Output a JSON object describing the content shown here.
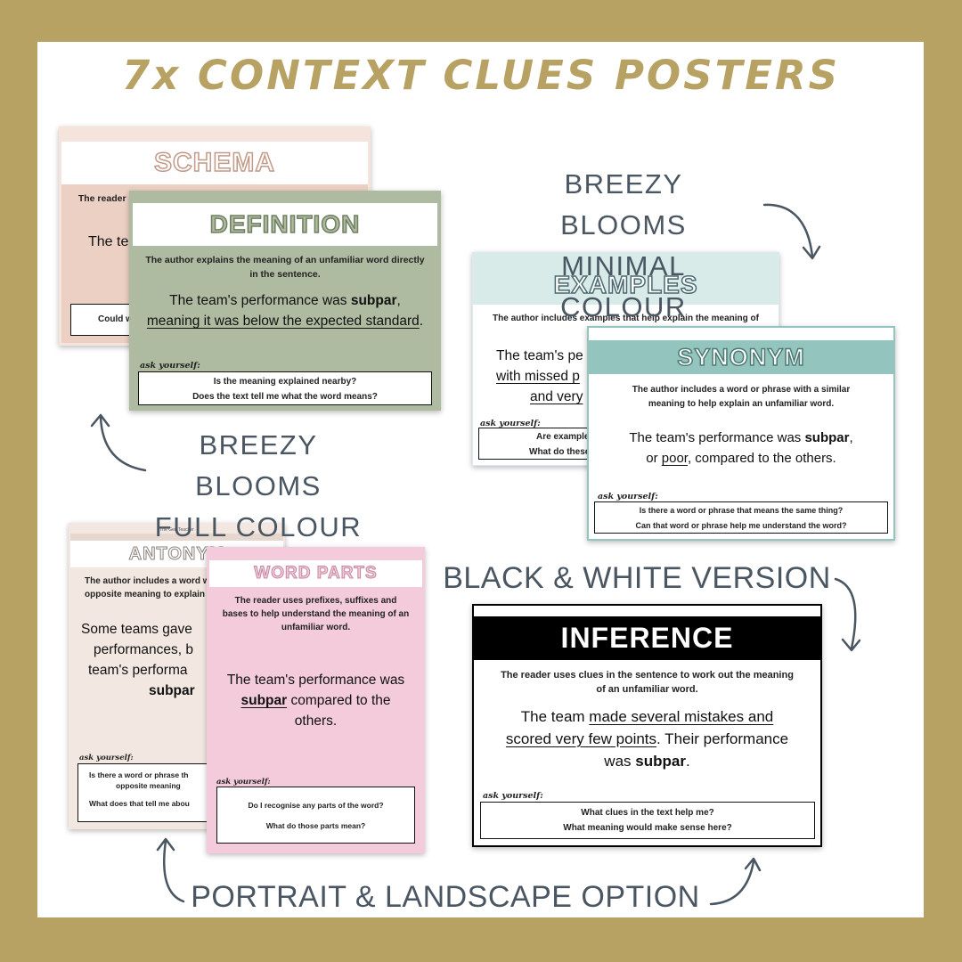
{
  "title": "7x CONTEXT CLUES POSTERS",
  "captions": {
    "minimal": [
      "BREEZY BLOOMS",
      "MINIMAL COLOUR"
    ],
    "full": [
      "BREEZY BLOOMS",
      "FULL COLOUR"
    ],
    "bw": "BLACK & WHITE VERSION",
    "orientation": "PORTRAIT & LANDSCAPE OPTION"
  },
  "ask_label": "ask yourself:",
  "footer_small": "The Gen Teacher",
  "posters": {
    "schema": {
      "title": "SCHEMA",
      "desc": "The reader uses background knowledge about a topic to help understand",
      "example": "The team's gam",
      "q1": "Could w"
    },
    "definition": {
      "title": "DEFINITION",
      "desc": "The author explains the meaning of an unfamiliar word directly in the sentence.",
      "ex_a": "The team's performance was ",
      "ex_bold": "subpar",
      "ex_b": ",",
      "ex_u": "meaning it was below the expected standard",
      "ex_c": ".",
      "q1": "Is the meaning explained nearby?",
      "q2": "Does the text tell me what the word means?"
    },
    "examples": {
      "title": "EXAMPLES",
      "desc": "The author includes examples that help explain the meaning of",
      "ex_a": "The team's pe",
      "ex_u1": "with missed p",
      "ex_u2": "and very",
      "q1": "Are examples",
      "q2": "What do these e"
    },
    "synonym": {
      "title": "SYNONYM",
      "desc": "The author includes a word or phrase with a similar meaning to help explain an unfamiliar word.",
      "ex_a": "The team's performance was ",
      "ex_bold": "subpar",
      "ex_b": ",",
      "ex_c": "or ",
      "ex_u": "poor",
      "ex_d": ", compared to the others.",
      "q1": "Is there a word or phrase that means the same thing?",
      "q2": "Can that word or phrase help me understand the word?"
    },
    "antonym": {
      "title": "ANTONYM",
      "desc": "The author includes a word with the opposite meaning to explain an unfamiliar",
      "ex_a": "Some teams gave",
      "ex_b": "performances, b",
      "ex_c": "team's performa",
      "ex_bold": "subpar",
      "q1": "Is there a word or phrase th",
      "q1b": "opposite meaning",
      "q2": "What does that tell me abou"
    },
    "word_parts": {
      "title": "WORD PARTS",
      "desc": "The reader uses prefixes, suffixes and bases to help understand the meaning of an unfamiliar word.",
      "ex_a": "The team's performance was ",
      "ex_bold": "subpar",
      "ex_b": " compared to the others.",
      "q1": "Do I recognise any parts of the word?",
      "q2": "What do those parts mean?"
    },
    "inference": {
      "title": "INFERENCE",
      "desc": "The reader uses clues in the sentence to work out the meaning of an unfamiliar word.",
      "ex_a": "The team ",
      "ex_u": "made several mistakes and scored very few points",
      "ex_b": ". Their performance was ",
      "ex_bold": "subpar",
      "ex_c": ".",
      "q1": "What clues in the text help me?",
      "q2": "What meaning would make sense here?"
    }
  },
  "colors": {
    "frame": "#b7a264",
    "caption": "#4a5662",
    "schema": "#ecd0c4",
    "definition": "#aebba1",
    "examples": "#d8ebe9",
    "synonym": "#93c4be",
    "antonym": "#f2e8e1",
    "word_parts": "#f3cbdb",
    "inference": "#000000"
  }
}
